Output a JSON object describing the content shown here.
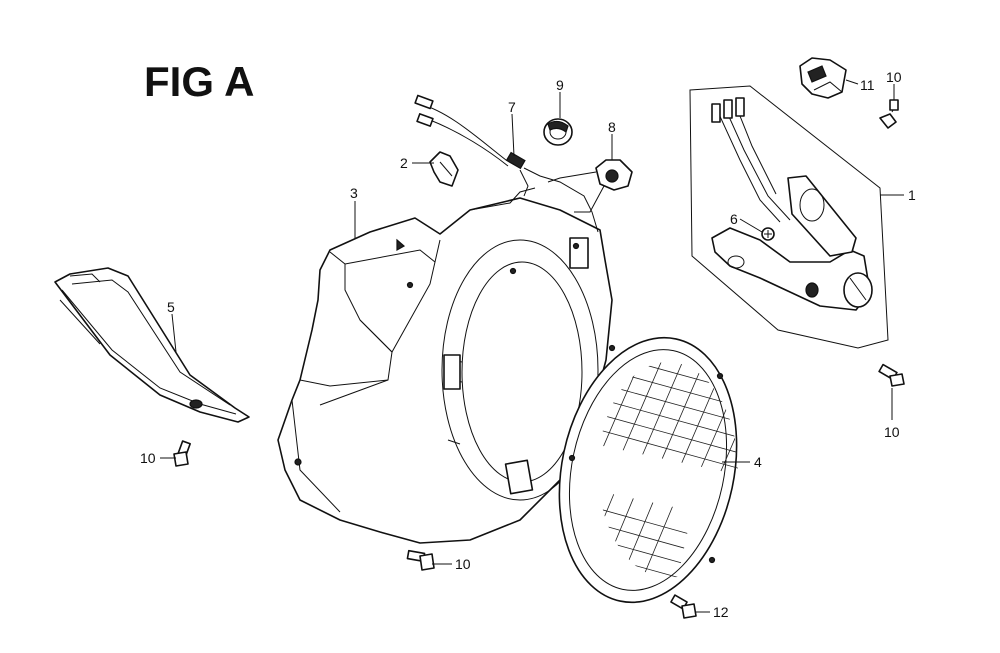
{
  "figure": {
    "title": "FIG A"
  },
  "callouts": [
    {
      "id": "c1",
      "label": "1"
    },
    {
      "id": "c2",
      "label": "2"
    },
    {
      "id": "c3",
      "label": "3"
    },
    {
      "id": "c4",
      "label": "4"
    },
    {
      "id": "c5",
      "label": "5"
    },
    {
      "id": "c6",
      "label": "6"
    },
    {
      "id": "c7",
      "label": "7"
    },
    {
      "id": "c8",
      "label": "8"
    },
    {
      "id": "c9",
      "label": "9"
    },
    {
      "id": "c10a",
      "label": "10"
    },
    {
      "id": "c10b",
      "label": "10"
    },
    {
      "id": "c10c",
      "label": "10"
    },
    {
      "id": "c10d",
      "label": "10"
    },
    {
      "id": "c11",
      "label": "11"
    },
    {
      "id": "c12",
      "label": "12"
    }
  ]
}
